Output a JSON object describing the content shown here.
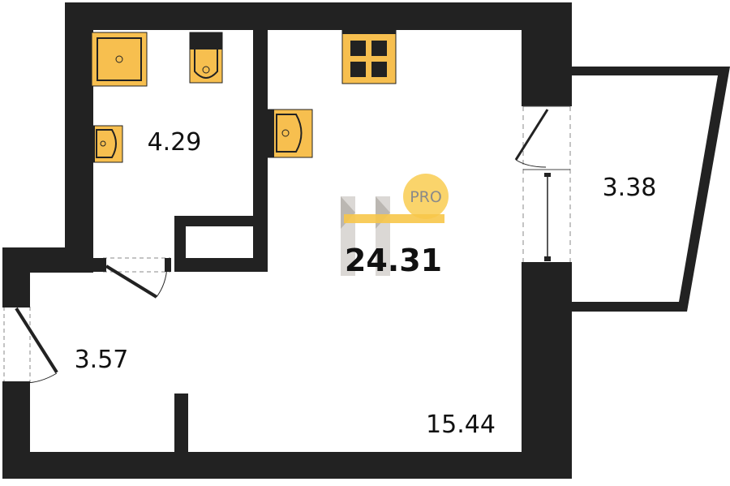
{
  "plan": {
    "total_area": "24.31",
    "rooms": [
      {
        "name": "bathroom",
        "area": "4.29"
      },
      {
        "name": "hallway",
        "area": "3.57"
      },
      {
        "name": "living-kitchen",
        "area": "15.44"
      },
      {
        "name": "balcony",
        "area": "3.38"
      }
    ]
  },
  "logo": {
    "badge": "PRO"
  },
  "colors": {
    "wall": "#222222",
    "fixture": "#F7BF4F",
    "logo_yellow": "#FAD46B",
    "logo_gray": "#8A8A8A"
  }
}
